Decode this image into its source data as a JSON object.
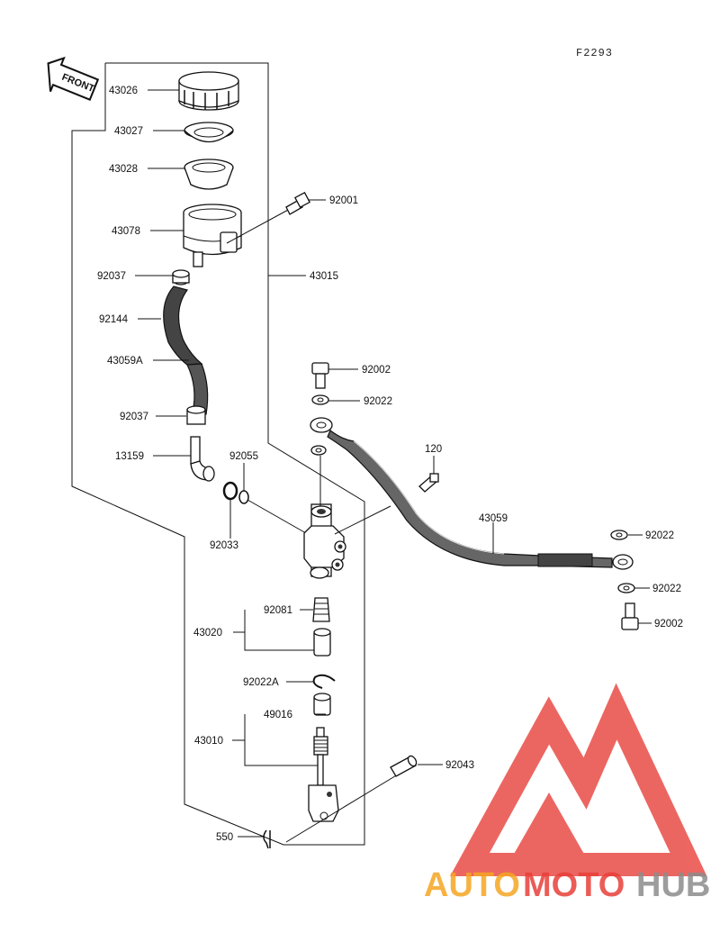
{
  "figure_code": "F2293",
  "front_label": "FRONT",
  "colors": {
    "ink": "#111111",
    "watermark_red": "#e8403a",
    "watermark_orange": "#f5a623",
    "watermark_gray": "#8c8c8c"
  },
  "watermark": {
    "part1": "AUTO",
    "part2": "MOTO",
    "part3": "HUB"
  },
  "labels": {
    "p43026": "43026",
    "p43027": "43027",
    "p43028": "43028",
    "p92001": "92001",
    "p43078": "43078",
    "p92037a": "92037",
    "p43015": "43015",
    "p92144": "92144",
    "p43059A": "43059A",
    "p92002a": "92002",
    "p92022a": "92022",
    "p92037b": "92037",
    "p120": "120",
    "p13159": "13159",
    "p92055": "92055",
    "p43059": "43059",
    "p92022b": "92022",
    "p92033": "92033",
    "p92022c": "92022",
    "p92002b": "92002",
    "p92081": "92081",
    "p43020": "43020",
    "p92022A": "92022A",
    "p49016": "49016",
    "p43010": "43010",
    "p92043": "92043",
    "p550": "550"
  }
}
